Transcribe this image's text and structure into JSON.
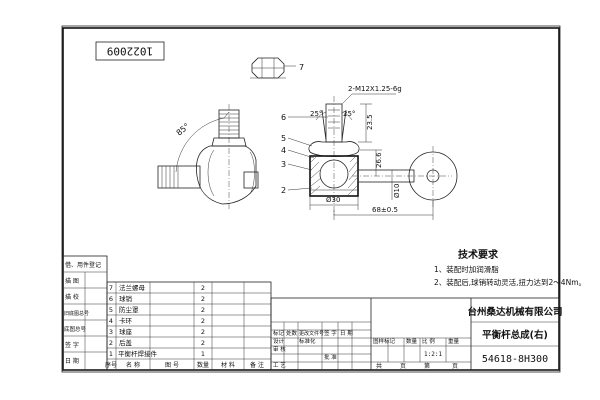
{
  "drawing_number_box": "1022009",
  "dimensions": {
    "thread": "2-M12X1.25-6g",
    "angle_85": "85°",
    "angle_25a": "25°",
    "angle_25b": "25°",
    "d_235": "23.5",
    "d_266": "26.6",
    "d_phi30": "Ø30",
    "d_phi10": "Ø10",
    "d_68": "68±0.5"
  },
  "balloons": [
    "7",
    "6",
    "5",
    "4",
    "3",
    "2"
  ],
  "tech_requirements": {
    "title": "技术要求",
    "item1": "1、装配时加润滑脂",
    "item2": "2、装配后,球销转动灵活,扭力达到2～4Nm。"
  },
  "side_cells": [
    "借、用件登记",
    "描 图",
    "描 校",
    "旧底图总号",
    "底图总号",
    "签 字",
    "日 期"
  ],
  "parts": [
    {
      "no": "7",
      "name": "法兰螺母",
      "qty": "2"
    },
    {
      "no": "6",
      "name": "球销",
      "qty": "2"
    },
    {
      "no": "5",
      "name": "防尘罩",
      "qty": "2"
    },
    {
      "no": "4",
      "name": "卡环",
      "qty": "2"
    },
    {
      "no": "3",
      "name": "球座",
      "qty": "2"
    },
    {
      "no": "2",
      "name": "后盖",
      "qty": "2"
    },
    {
      "no": "1",
      "name": "平衡杆焊接件",
      "qty": "1"
    }
  ],
  "parts_header": [
    "序号",
    "名 称",
    "图 号",
    "数量",
    "材 料",
    "备 注"
  ],
  "signature_labels": [
    "标记",
    "处数",
    "更改文件号",
    "签 字",
    "日 期",
    "设计",
    "标准化",
    "审 核",
    "批 准",
    "工 艺"
  ],
  "stage_labels": [
    "图样标记",
    "数量",
    "比 例",
    "重量"
  ],
  "scale": "1:2:1",
  "sheet_labels": [
    "共",
    "页",
    "第",
    "页"
  ],
  "company": "台州桑达机械有限公司",
  "drawing_title": "平衡杆总成(右)",
  "drawing_code": "54618-8H300"
}
